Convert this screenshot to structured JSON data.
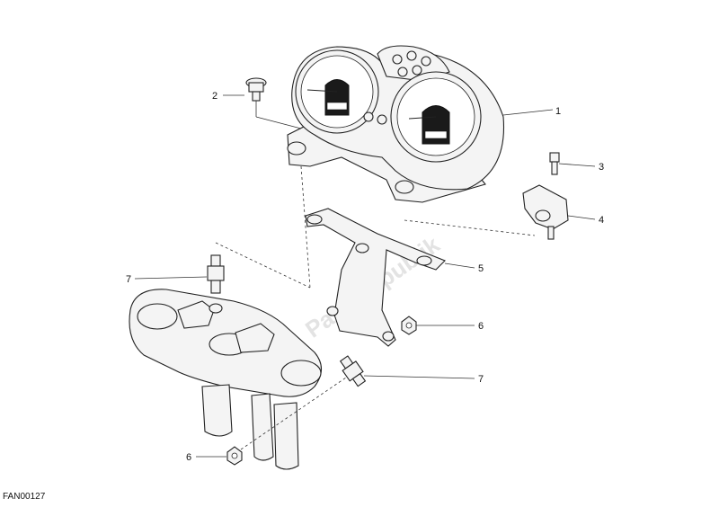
{
  "watermark": "PartsRepublik",
  "drawing_code": "FAN00127",
  "callouts": {
    "c1": "1",
    "c2": "2",
    "c3": "3",
    "c4": "4",
    "c5": "5",
    "c6a": "6",
    "c6b": "6",
    "c7a": "7",
    "c7b": "7"
  }
}
